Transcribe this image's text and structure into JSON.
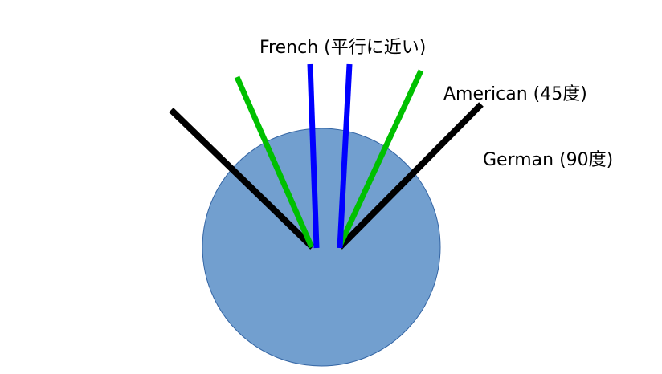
{
  "diagram": {
    "labels": {
      "french": "French (平行に近い)",
      "american": "American (45度)",
      "german": "German (90度)"
    },
    "colors": {
      "circle_fill": "#729fcf",
      "circle_stroke": "#3465a4",
      "french": "#0000ff",
      "american": "#00c000",
      "german": "#000000",
      "text": "#000000"
    }
  }
}
